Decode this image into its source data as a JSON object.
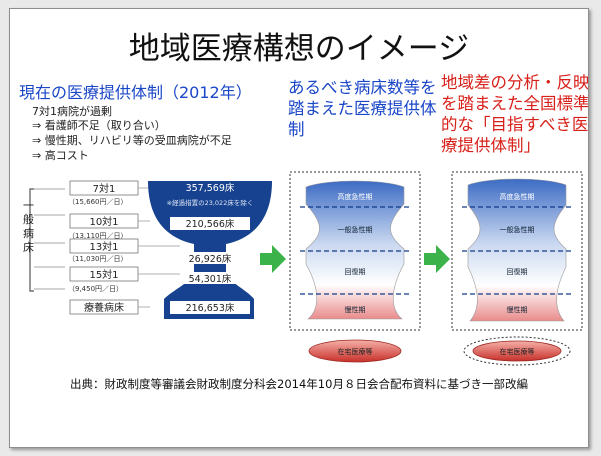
{
  "title": "地域医療構想のイメージ",
  "current": {
    "heading": "現在の医療提供体制（2012年）",
    "bullets": [
      "7対1病院が過剰",
      "⇒ 看護師不足（取り合い）",
      "⇒ 慢性期、リハビリ等の受皿病院が不足",
      "⇒ 高コスト"
    ]
  },
  "needed_heading": "あるべき病床数等を踏まえた医療提供体制",
  "target_heading": "地域差の分析・反映を踏まえた全国標準的な「目指すべき医療提供体制」",
  "general_beds_label": "一般病床",
  "levels": [
    {
      "label": "7対1",
      "sub": "（15,660円／日）",
      "beds": "357,569床"
    },
    {
      "label": "10対1",
      "sub": "（13,110円／日）",
      "beds": "210,566床"
    },
    {
      "label": "13対1",
      "sub": "（11,030円／日）",
      "beds": "26,926床"
    },
    {
      "label": "15対1",
      "sub": "（9,450円／日）",
      "beds": "54,301床"
    },
    {
      "label": "療養病床",
      "sub": "",
      "beds": "216,653床"
    }
  ],
  "note_transitional": "※経過措置の23,022床を除く",
  "functions": [
    "高度急性期",
    "一般急性期",
    "回復期",
    "慢性期",
    "在宅医療等"
  ],
  "source": "出典：財政制度等審議会財政制度分科会2014年10月８日会合配布資料に基づき一部改編",
  "colors": {
    "blue_heading": "#1a46c8",
    "red_heading": "#d8201a",
    "arrow_green": "#3cb34a",
    "cup_blue": "#16428f"
  }
}
